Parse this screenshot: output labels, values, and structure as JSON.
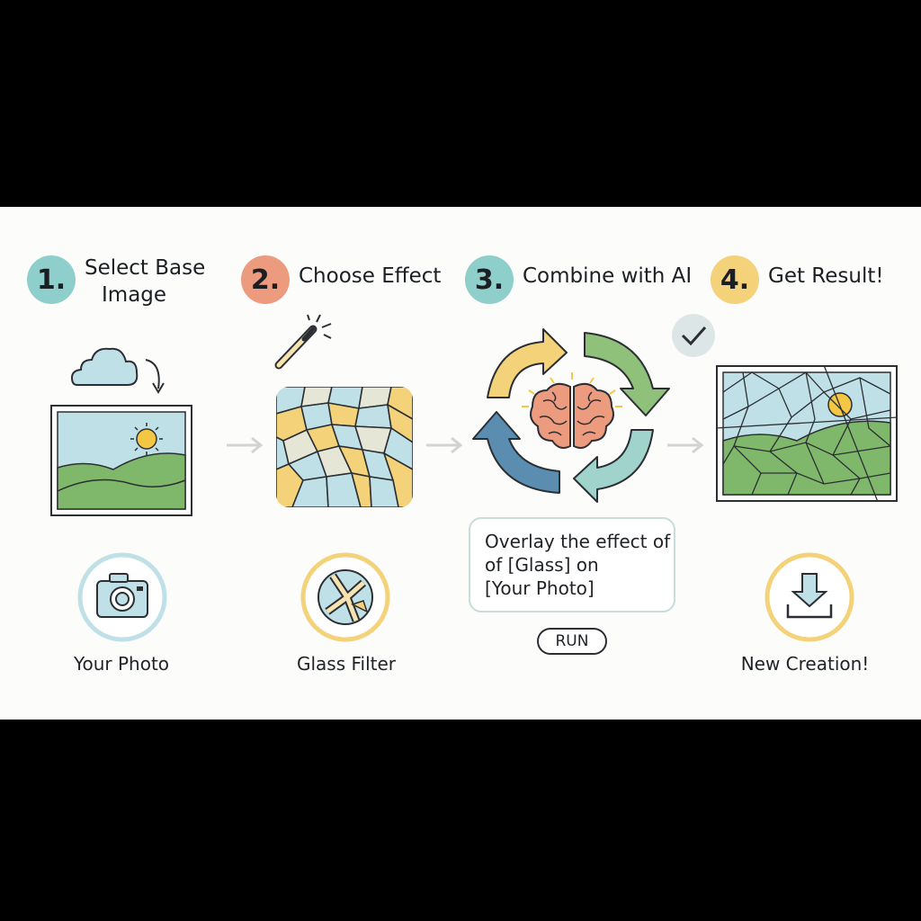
{
  "colors": {
    "teal": "#8fcfcb",
    "salmon": "#ec9b7f",
    "yellow": "#f3d27a",
    "green": "#7fb86a",
    "blue": "#5a8db0",
    "sky": "#bfe0e6"
  },
  "steps": [
    {
      "number": "1.",
      "title_line1": "Select Base",
      "title_line2": "Image",
      "badge_color": "#8fcfcb"
    },
    {
      "number": "2.",
      "title_line1": "Choose Effect",
      "badge_color": "#ec9b7f"
    },
    {
      "number": "3.",
      "title_line1": "Combine with AI",
      "badge_color": "#8fcfcb"
    },
    {
      "number": "4.",
      "title_line1": "Get Result!",
      "badge_color": "#f3d27a"
    }
  ],
  "captions": {
    "your_photo": "Your Photo",
    "glass_filter": "Glass Filter",
    "new_creation": "New Creation!"
  },
  "prompt": {
    "line1": "Overlay the effect of",
    "line2": "of [Glass] on",
    "line3": "[Your Photo]"
  },
  "run_label": "RUN",
  "icons": [
    "cloud-icon",
    "landscape-photo",
    "camera-icon",
    "magic-wand-icon",
    "stained-glass-tile",
    "glass-filter-icon",
    "brain-icon",
    "cycle-arrows",
    "checkmark-icon",
    "download-icon",
    "arrow-right-icon"
  ]
}
